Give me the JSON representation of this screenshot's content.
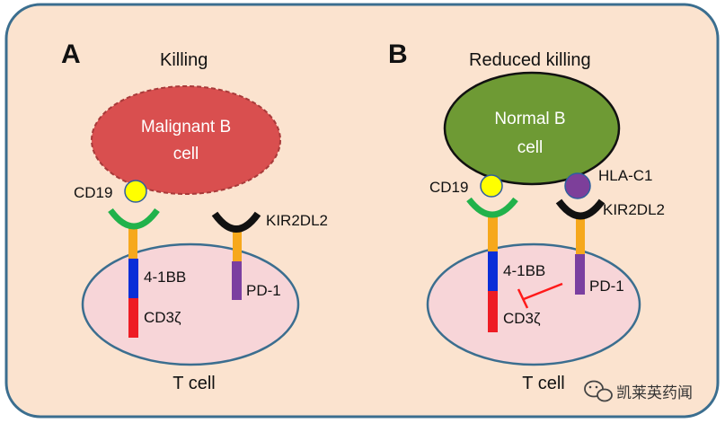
{
  "panels": [
    {
      "letter": "A",
      "title": "Killing",
      "target_cell": {
        "line1": "Malignant B",
        "line2": "cell",
        "fill": "#d94f4f"
      },
      "labels": {
        "cd19": "CD19",
        "kir": "KIR2DL2",
        "bb": "4-1BB",
        "cd3": "CD3ζ",
        "pd1": "PD-1",
        "tcell": "T cell"
      }
    },
    {
      "letter": "B",
      "title": "Reduced killing",
      "target_cell": {
        "line1": "Normal B",
        "line2": "cell",
        "fill": "#6e9a34"
      },
      "labels": {
        "cd19": "CD19",
        "hla": "HLA-C1",
        "kir": "KIR2DL2",
        "bb": "4-1BB",
        "cd3": "CD3ζ",
        "pd1": "PD-1",
        "tcell": "T cell"
      }
    }
  ],
  "watermark": {
    "text": "凯莱英药闻",
    "icon": "wechat-icon"
  },
  "colors": {
    "background": "#fbe3cf",
    "border": "#3b6e8f",
    "t_cell": "#f7d5d8",
    "cd19": "#ffff00",
    "scfv_green": "#21b24b",
    "hinge_orange": "#f6a81c",
    "bb_blue": "#0a2ed8",
    "cd3_red": "#ee1c24",
    "pd1_purple": "#7b3fa0",
    "kir_black": "#111111",
    "hla_purple": "#7d3f9a",
    "inhibit_red": "#ff1a1a"
  }
}
